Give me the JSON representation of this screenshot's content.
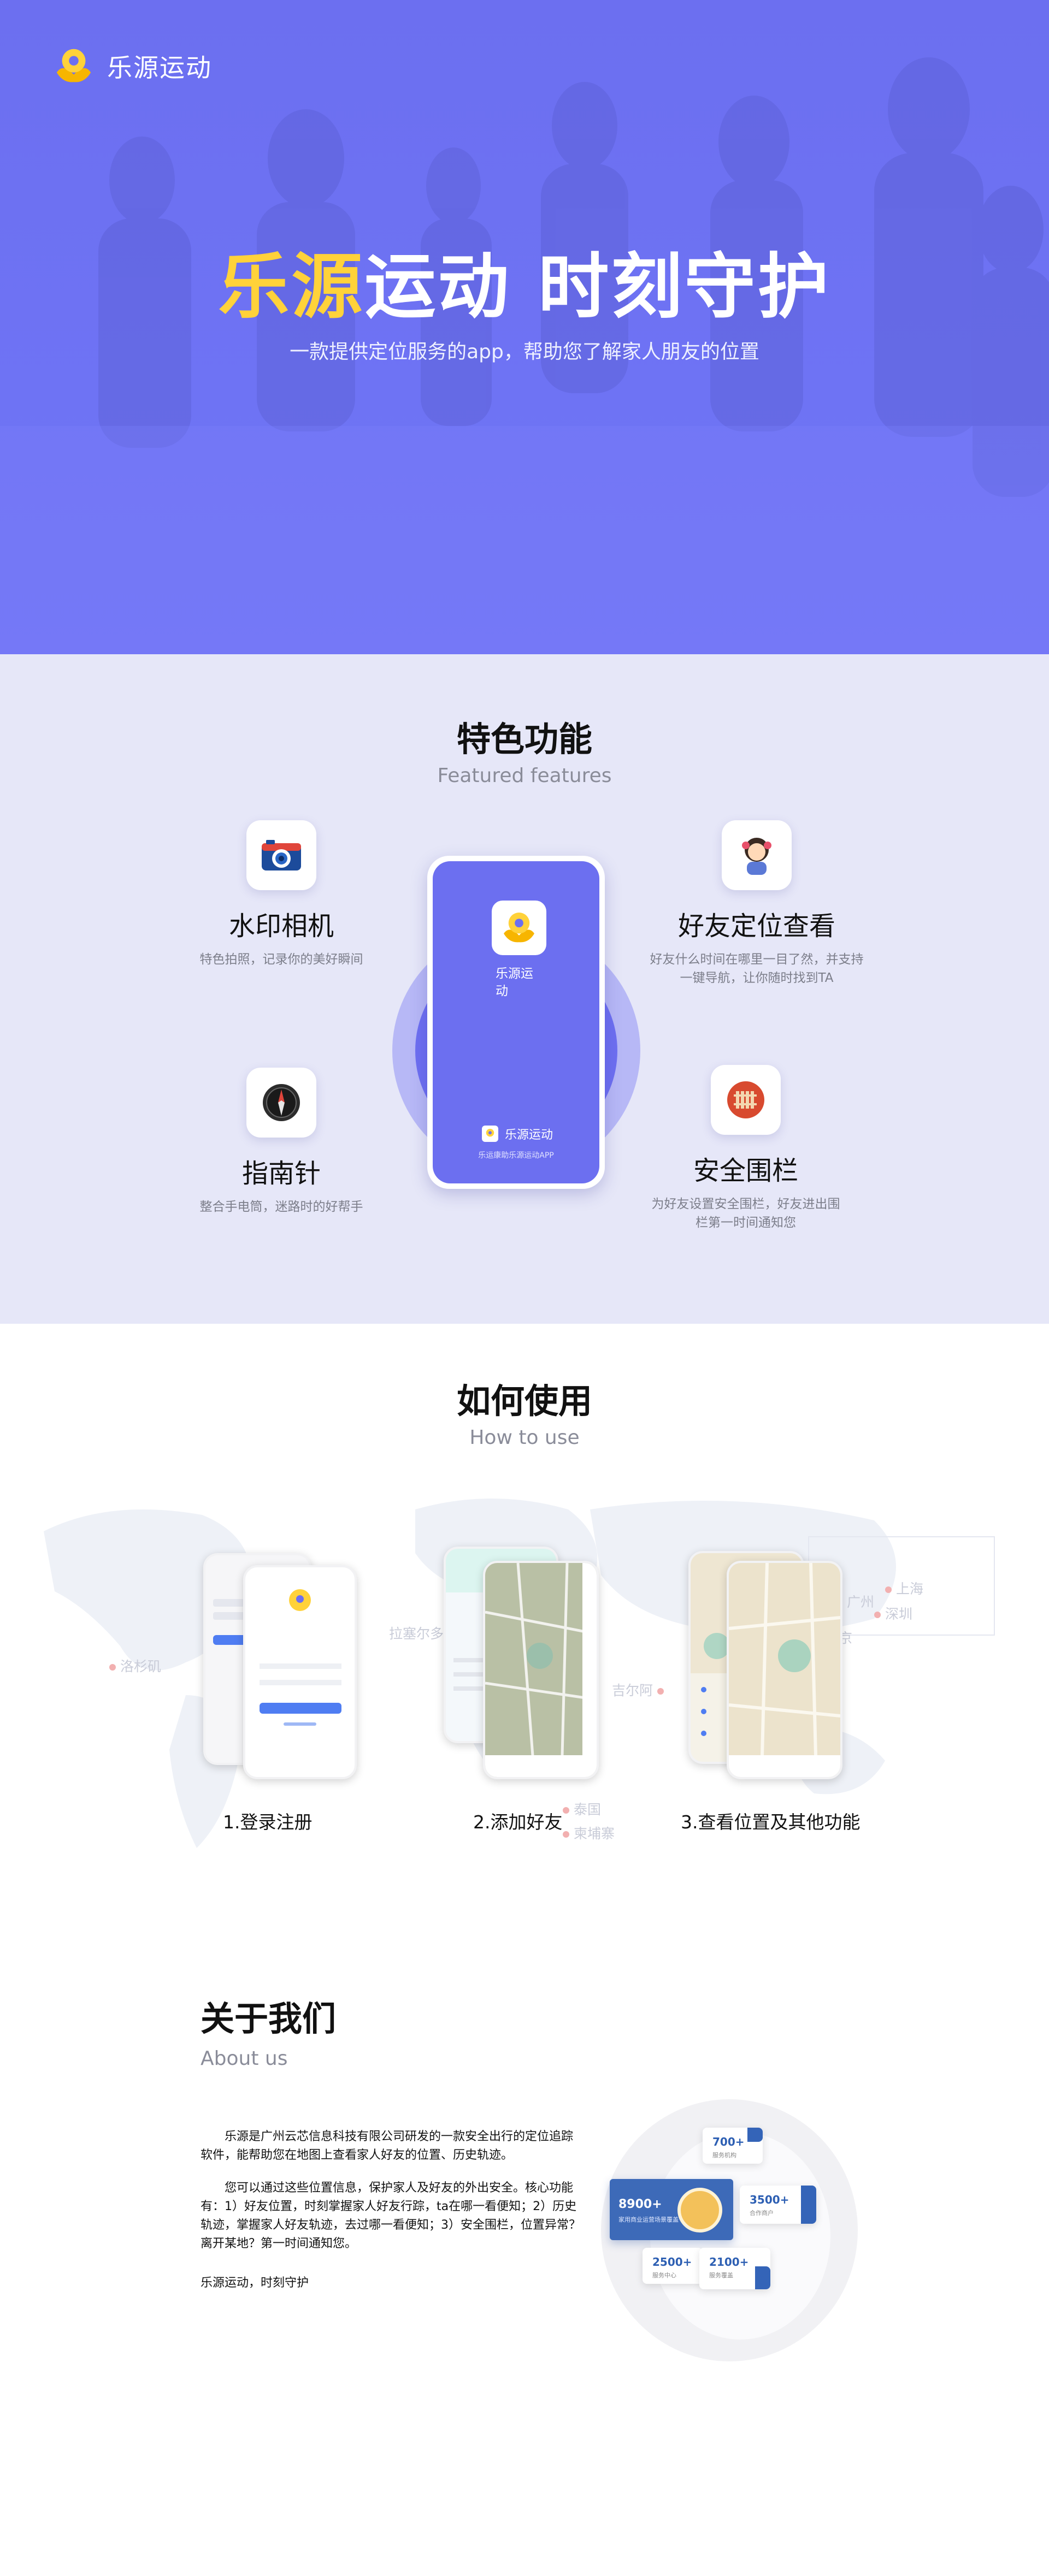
{
  "brand": {
    "name": "乐源运动"
  },
  "hero": {
    "title_accent": "乐源",
    "title_rest": "运动 时刻守护",
    "subtitle": "一款提供定位服务的app，帮助您了解家人朋友的位置"
  },
  "features": {
    "title": "特色功能",
    "subtitle": "Featured features",
    "items": [
      {
        "title": "水印相机",
        "desc": "特色拍照，记录你的美好瞬间",
        "icon": "camera-icon"
      },
      {
        "title": "好友定位查看",
        "desc": "好友什么时间在哪里一目了然，并支持一键导航，让你随时找到TA",
        "icon": "girl-avatar-icon"
      },
      {
        "title": "指南针",
        "desc": "整合手电筒，迷路时的好帮手",
        "icon": "compass-icon"
      },
      {
        "title": "安全围栏",
        "desc": "为好友设置安全围栏，好友进出围栏第一时间通知您",
        "icon": "fence-icon"
      }
    ],
    "phone": {
      "app_name": "乐源运动",
      "bottom_name": "乐源运动",
      "tagline": "乐运康助乐源运动APP"
    }
  },
  "how": {
    "title": "如何使用",
    "subtitle": "How to use",
    "steps": [
      "1.登录注册",
      "2.添加好友",
      "3.查看位置及其他功能"
    ],
    "map_cities": [
      "洛杉矶",
      "拉塞尔多",
      "吉尔阿",
      "上海",
      "广州",
      "深圳",
      "东京",
      "泰国",
      "柬埔寨"
    ]
  },
  "about": {
    "title": "关于我们",
    "subtitle": "About us",
    "para1": "乐源是广州云芯信息科技有限公司研发的一款安全出行的定位追踪软件，能帮助您在地图上查看家人好友的位置、历史轨迹。",
    "para2": "您可以通过这些位置信息，保护家人及好友的外出安全。核心功能有：1）好友位置，时刻掌握家人好友行踪，ta在哪一看便知；2）历史轨迹，掌握家人好友轨迹，去过哪一看便知；3）安全围栏，位置异常？离开某地？第一时间通知您。",
    "para3": "乐源运动，时刻守护",
    "stats": [
      {
        "value": "700+",
        "label": "服务机构"
      },
      {
        "value": "8900+",
        "label": "家用商业运营场景覆盖"
      },
      {
        "value": "3500+",
        "label": "合作商户"
      },
      {
        "value": "2500+",
        "label": "服务中心"
      },
      {
        "value": "2100+",
        "label": "服务覆盖"
      }
    ]
  },
  "colors": {
    "primary": "#6c6ff0",
    "accent": "#ffd23a",
    "feature_bg": "#e6e7f8"
  }
}
